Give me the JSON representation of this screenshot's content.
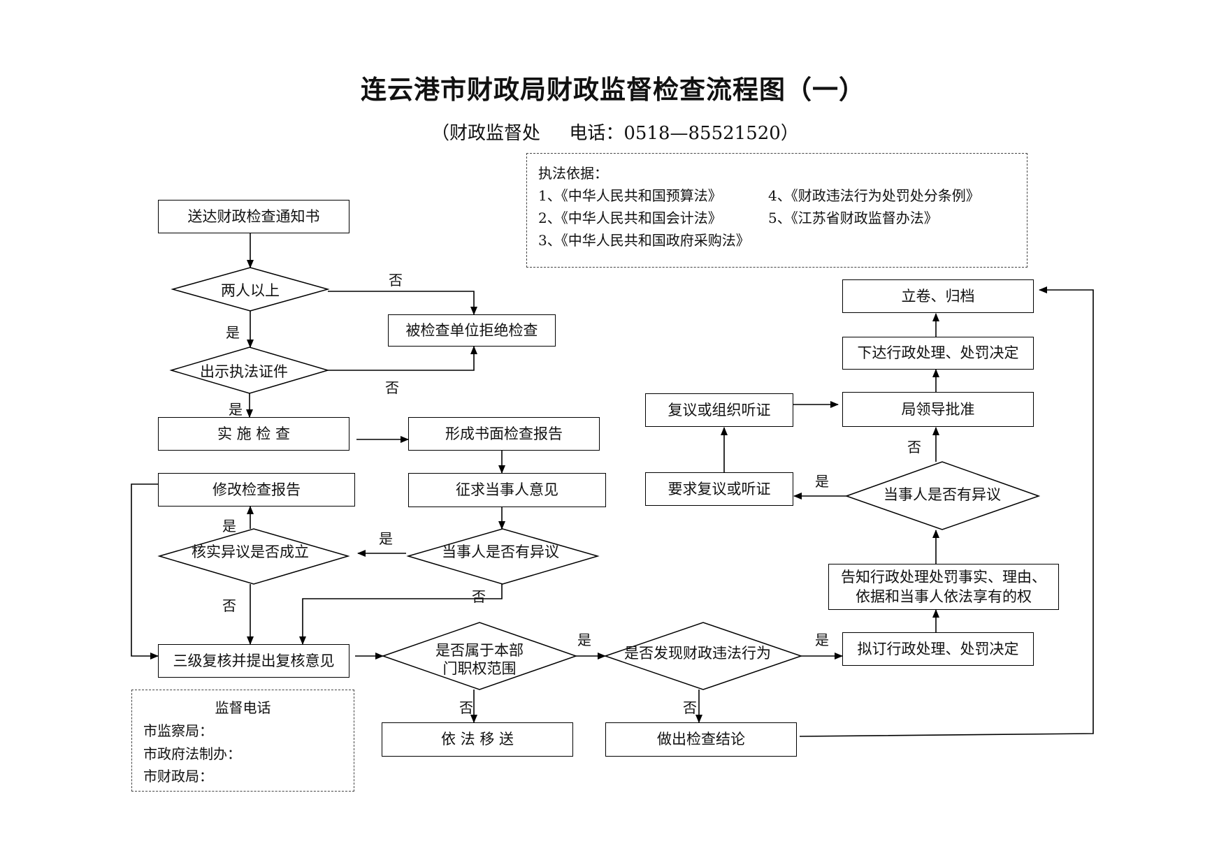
{
  "title": "连云港市财政局财政监督检查流程图（一）",
  "subtitle": "（财政监督处     电话：0518—85521520）",
  "basis": {
    "heading": "执法依据：",
    "laws": [
      "1、《中华人民共和国预算法》",
      "2、《中华人民共和国会计法》",
      "3、《中华人民共和国政府采购法》",
      "4、《财政违法行为处罚处分条例》",
      "5、《江苏省财政监督办法》"
    ]
  },
  "supervision": {
    "heading": "监督电话",
    "lines": [
      "市监察局：",
      "市政府法制办：",
      "市财政局："
    ]
  },
  "steps": {
    "notice": "送达财政检查通知书",
    "two_people": "两人以上",
    "refuse": "被检查单位拒绝检查",
    "show_cert": "出示执法证件",
    "implement": "实 施 检 查",
    "report": "形成书面检查报告",
    "modify": "修改检查报告",
    "solicit": "征求当事人意见",
    "verify": "核实异议是否成立",
    "objection_left": "当事人是否有异议",
    "review": "三级复核并提出复核意见",
    "scope_1": "是否属于本部",
    "scope_2": "门职权范围",
    "violation": "是否发现财政违法行为",
    "transfer": "依 法 移 送",
    "conclusion": "做出检查结论",
    "draft": "拟订行政处理、处罚决定",
    "inform": "告知行政处理处罚事实、理由、依据和当事人依法享有的权",
    "objection_right": "当事人是否有异议",
    "request_hearing": "要求复议或听证",
    "hearing": "复议或组织听证",
    "approve": "局领导批准",
    "issue": "下达行政处理、处罚决定",
    "archive": "立卷、归档"
  },
  "labels": {
    "yes": "是",
    "no": "否"
  }
}
